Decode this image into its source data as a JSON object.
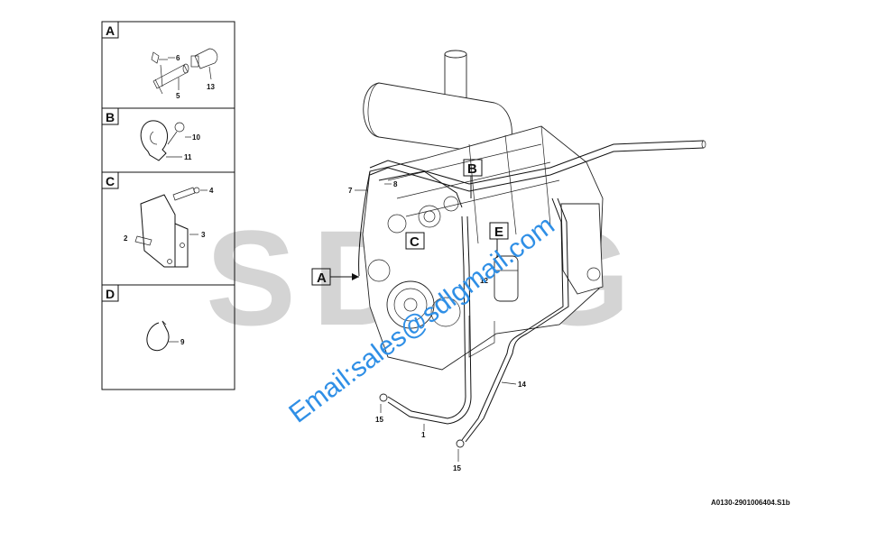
{
  "watermark": {
    "brand": "SDLG",
    "email": "Email:sales@sdlgmail.com"
  },
  "reference_code": "A0130-2901006404.S1b",
  "detail_panels": [
    {
      "letter": "A",
      "parts": [
        "6",
        "5",
        "13"
      ]
    },
    {
      "letter": "B",
      "parts": [
        "10",
        "11"
      ]
    },
    {
      "letter": "C",
      "parts": [
        "4",
        "2",
        "3"
      ]
    },
    {
      "letter": "D",
      "parts": [
        "9"
      ]
    }
  ],
  "callouts": [
    "A",
    "B",
    "C",
    "E"
  ],
  "main_parts": [
    "7",
    "8",
    "12",
    "14",
    "15",
    "1",
    "15"
  ]
}
